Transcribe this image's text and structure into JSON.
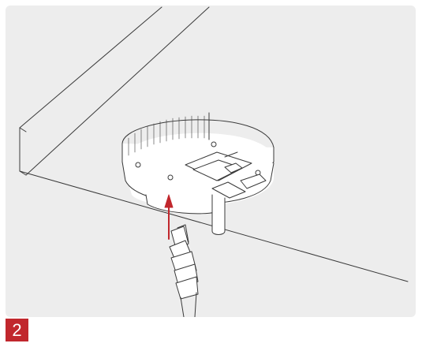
{
  "step": {
    "number": "2"
  },
  "colors": {
    "panel_background": "#ededed",
    "line_art": "#3a3a3a",
    "arrow": "#c1272d",
    "badge": "#c1272d",
    "badge_text": "#ffffff"
  },
  "illustration": {
    "icons": [
      "ceiling-surface",
      "smoke-detector-base",
      "mounting-bracket",
      "direction-arrow-up",
      "rj45-connector",
      "network-cable"
    ]
  }
}
